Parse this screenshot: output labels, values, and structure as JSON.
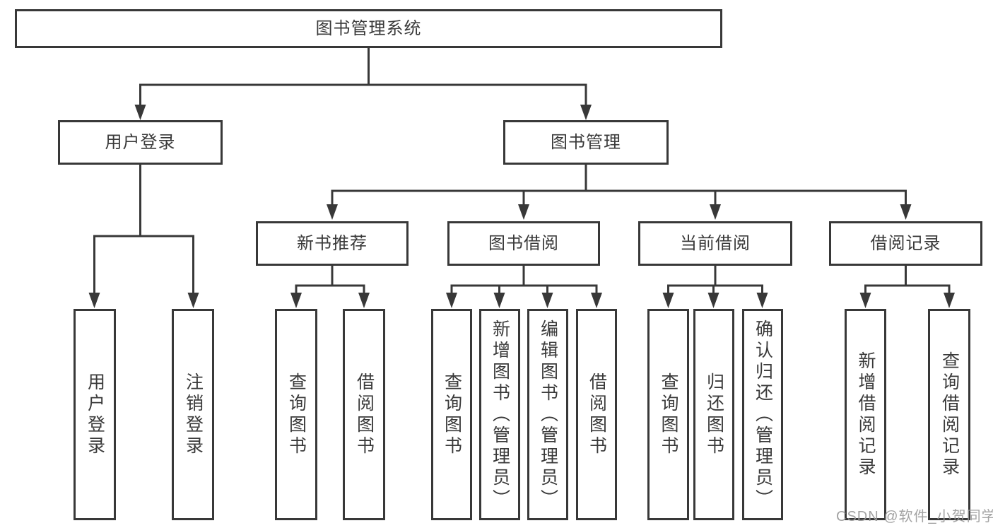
{
  "tree": {
    "root": {
      "label": "图书管理系统"
    },
    "level2": [
      {
        "label": "用户登录"
      },
      {
        "label": "图书管理"
      }
    ],
    "level3": [
      {
        "label": "新书推荐"
      },
      {
        "label": "图书借阅"
      },
      {
        "label": "当前借阅"
      },
      {
        "label": "借阅记录"
      }
    ],
    "leaves": {
      "user_login": [
        {
          "label": "用户登录"
        },
        {
          "label": "注销登录"
        }
      ],
      "new_book_recommendation": [
        {
          "label": "查询图书"
        },
        {
          "label": "借阅图书"
        }
      ],
      "book_borrowing": [
        {
          "label": "查询图书"
        },
        {
          "label": "新增图书（管理员）"
        },
        {
          "label": "编辑图书（管理员）"
        },
        {
          "label": "借阅图书"
        }
      ],
      "current_borrowing": [
        {
          "label": "查询图书"
        },
        {
          "label": "归还图书"
        },
        {
          "label": "确认归还（管理员）"
        }
      ],
      "borrowing_records": [
        {
          "label": "新增借阅记录"
        },
        {
          "label": "查询借阅记录"
        }
      ]
    }
  },
  "watermark": {
    "text": "CSDN @软件_小贺同学"
  },
  "colors": {
    "line": "#383838",
    "text": "#3a3a3a",
    "watermark": "#9b9b9b",
    "background": "#ffffff"
  }
}
